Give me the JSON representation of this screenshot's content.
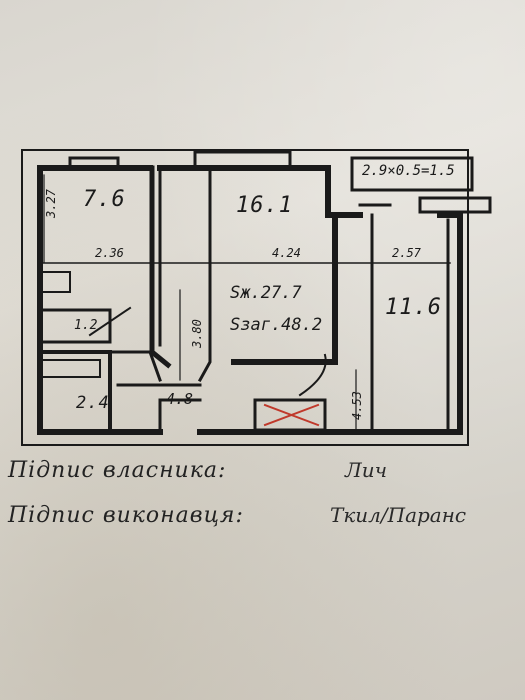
{
  "formula": "2.9×0.5=1.5",
  "rooms": {
    "r1": "7.6",
    "r2": "16.1",
    "r3": "11.6",
    "r4": "1.2",
    "r5": "2.4",
    "r6": "4.8"
  },
  "areas": {
    "living": "Sж.27.7",
    "total": "Sзаг.48.2"
  },
  "dims": {
    "d1": "3.27",
    "d2": "2.36",
    "d3": "4.24",
    "d4": "2.57",
    "d5": "3.80",
    "d6": "4.53"
  },
  "signatures": {
    "owner_label": "Підпис власника:",
    "owner_sign": "Лич",
    "executor_label": "Підпис виконавця:",
    "executor_sign": "Ткил/Паранс"
  }
}
